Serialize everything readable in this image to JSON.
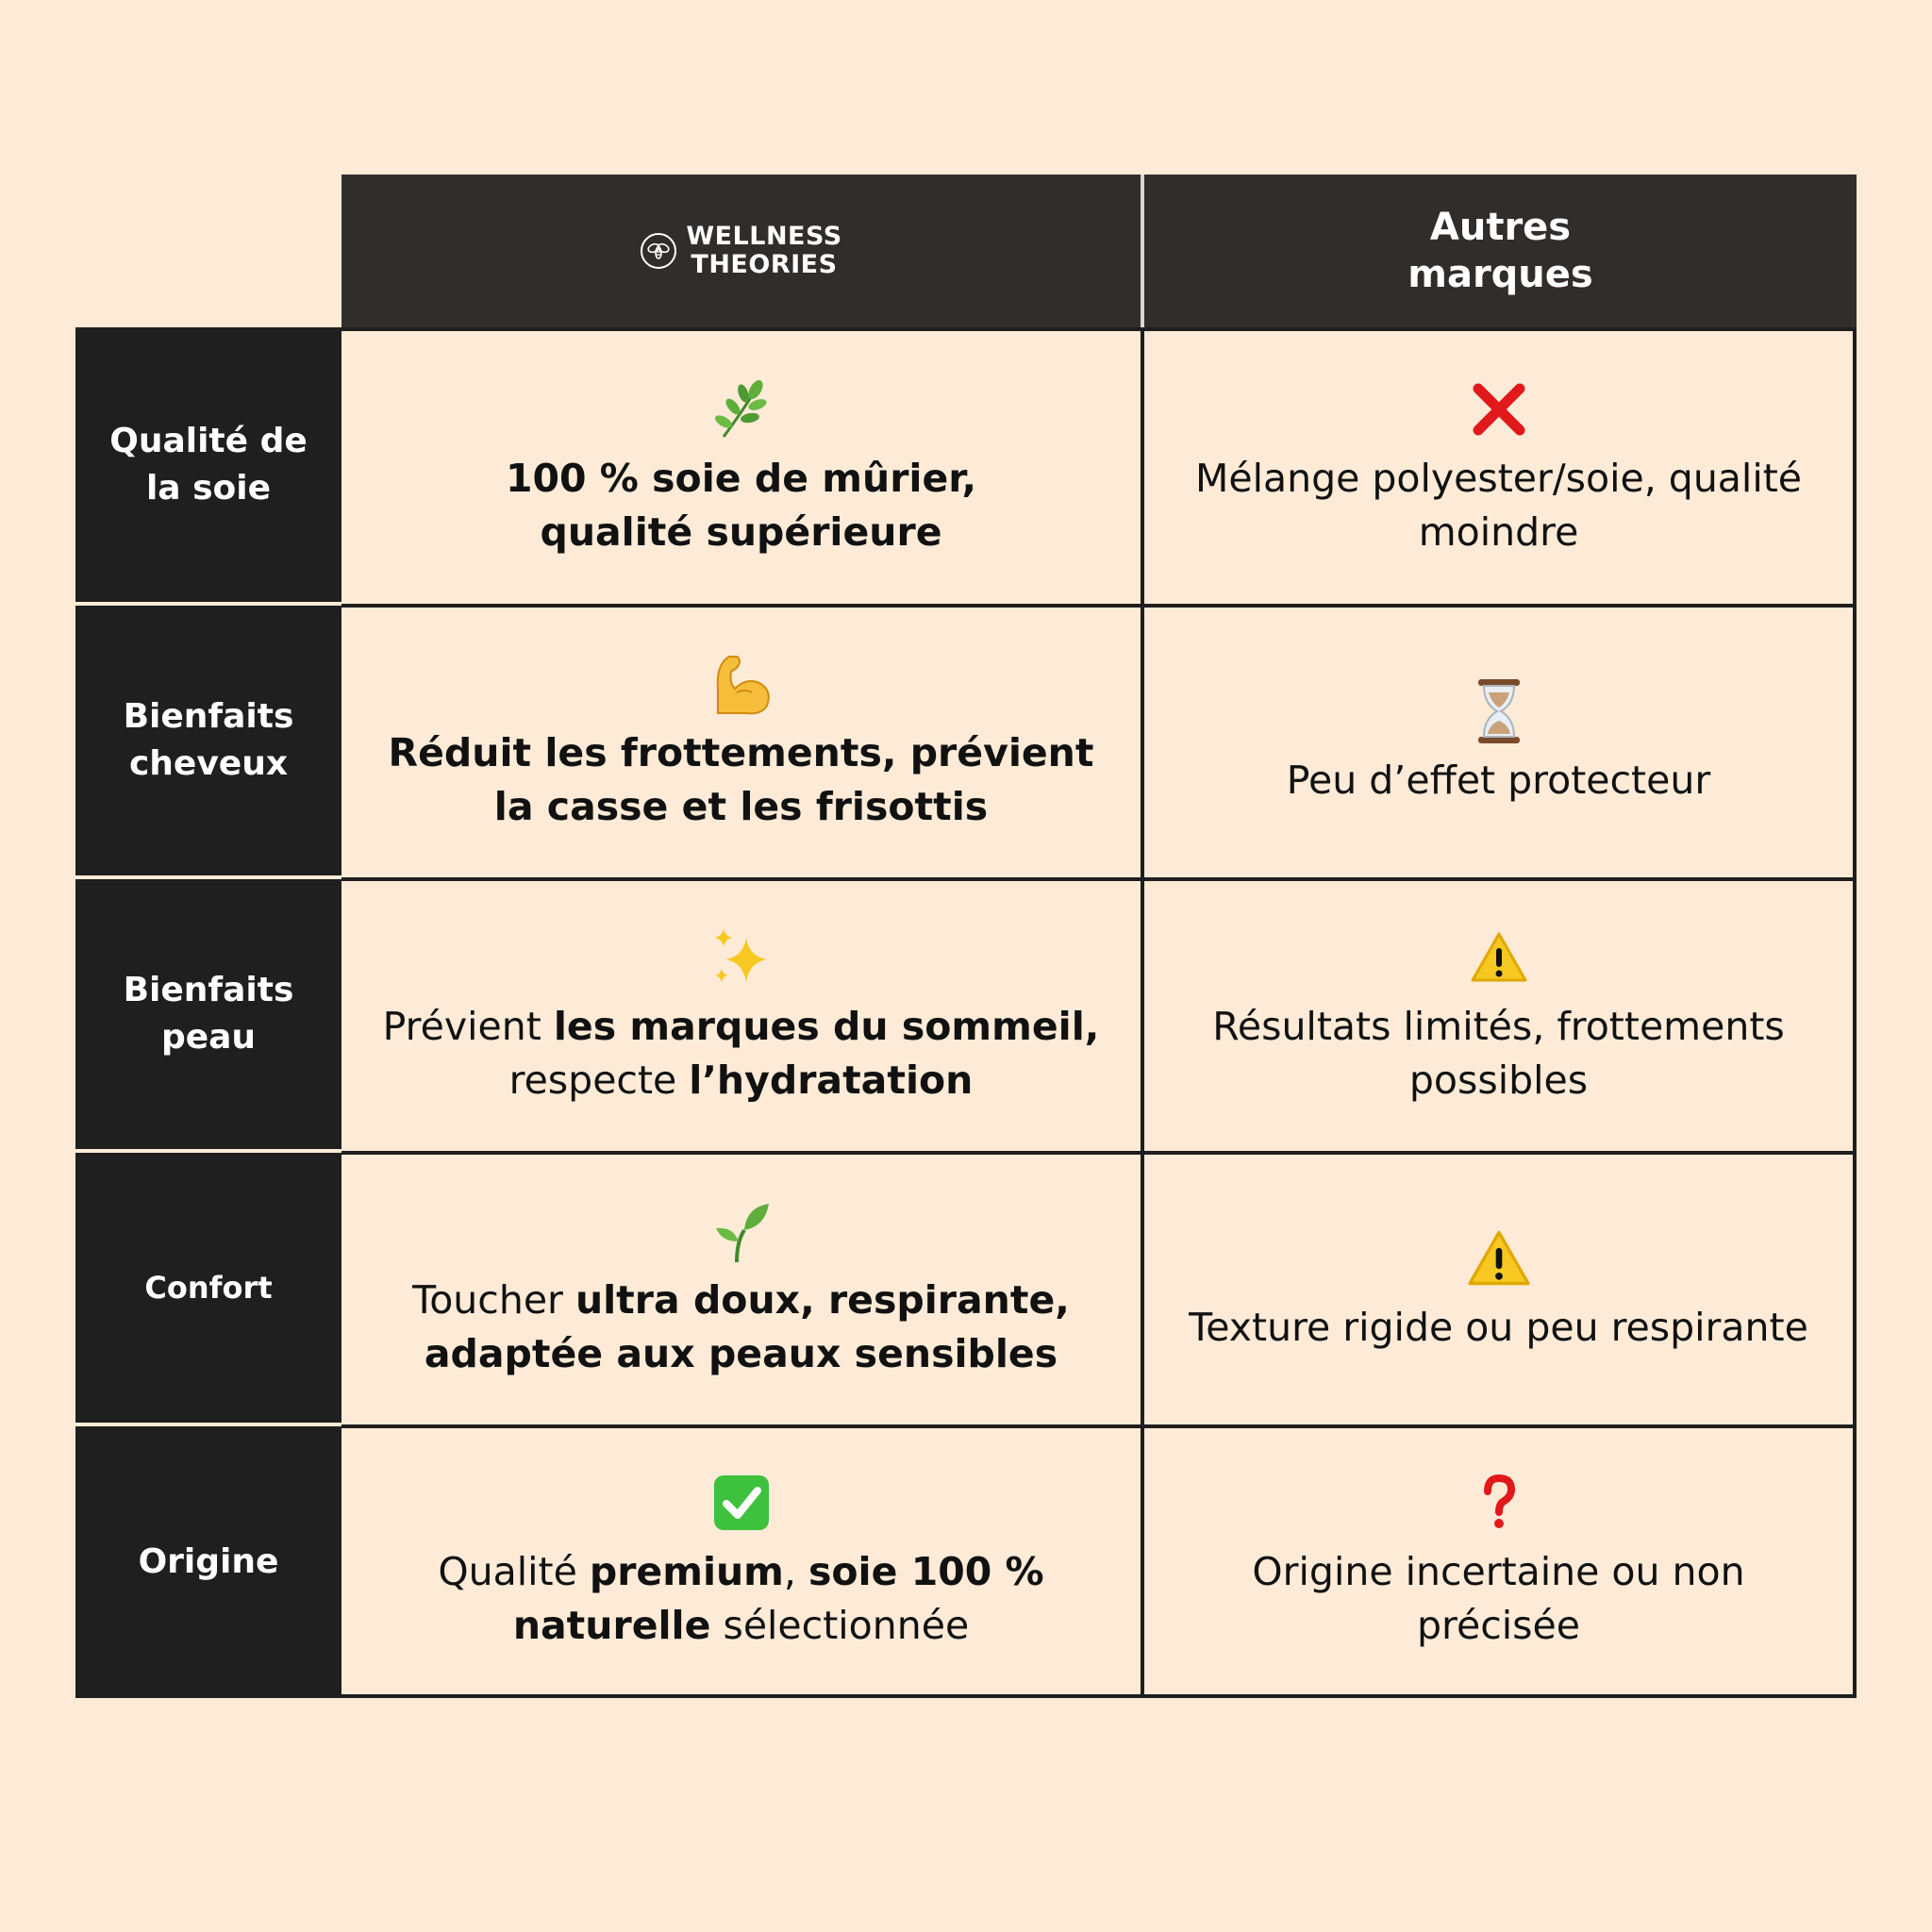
{
  "header": {
    "brand_line1": "WELLNESS",
    "brand_line2": "THEORIES",
    "others_label": "Autres marques"
  },
  "rows": [
    {
      "label": "Qualité de la soie",
      "brand_icon": "herb-icon",
      "brand_text": [
        {
          "t": "100 % soie de mûrier, ",
          "bold": true
        },
        {
          "t": "qualité supérieure",
          "bold": true
        }
      ],
      "other_icon": "cross-mark-icon",
      "other_text": "Mélange polyester/soie, qualité moindre"
    },
    {
      "label": "Bienfaits cheveux",
      "brand_icon": "flexed-biceps-icon",
      "brand_text": [
        {
          "t": "Réduit les frottements, prévient ",
          "bold": true
        },
        {
          "t": "la casse et les frisottis",
          "bold": true
        }
      ],
      "other_icon": "hourglass-icon",
      "other_text": "Peu d’effet protecteur"
    },
    {
      "label": "Bienfaits peau",
      "brand_icon": "sparkles-icon",
      "brand_text": [
        {
          "t": "Prévient ",
          "bold": false
        },
        {
          "t": "les marques du sommeil,",
          "bold": true
        },
        {
          "t": " respecte ",
          "bold": false
        },
        {
          "t": "l’hydratation",
          "bold": true
        }
      ],
      "other_icon": "warning-icon",
      "other_text": "Résultats limités, frottements possibles"
    },
    {
      "label": "Confort",
      "brand_icon": "seedling-icon",
      "brand_text": [
        {
          "t": "Toucher ",
          "bold": false
        },
        {
          "t": "ultra doux, respirante, adaptée aux peaux sensibles",
          "bold": true
        }
      ],
      "other_icon": "warning-icon",
      "other_text": "Texture rigide ou peu respirante"
    },
    {
      "label": "Origine",
      "brand_icon": "check-mark-button-icon",
      "brand_text": [
        {
          "t": "Qualité ",
          "bold": false
        },
        {
          "t": "premium",
          "bold": true
        },
        {
          "t": ", ",
          "bold": false
        },
        {
          "t": "soie 100 % naturelle",
          "bold": true
        },
        {
          "t": " sélectionnée",
          "bold": false
        }
      ],
      "other_icon": "question-mark-icon",
      "other_text": "Origine incertaine ou non précisée"
    }
  ],
  "colors": {
    "background": "#fdebd7",
    "header_bg": "#312d2a",
    "label_bg": "#1f1f1f",
    "cross_red": "#e0191b",
    "warning_yellow": "#f7c821",
    "check_green": "#3ec23e"
  }
}
